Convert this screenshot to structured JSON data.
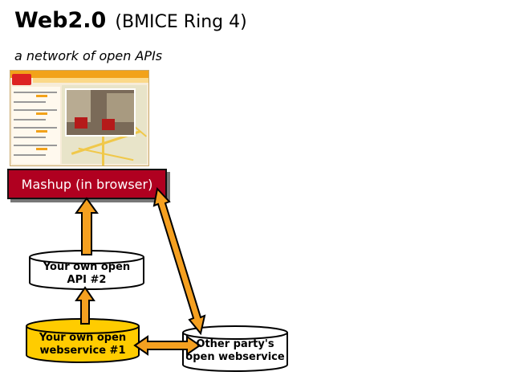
{
  "slide": {
    "title_main": "Web2.0",
    "title_sub": "(BMICE Ring 4)",
    "subtitle": "a network of open APIs"
  },
  "diagram": {
    "mashup": {
      "label": "Mashup (in browser)",
      "fill": "#b00020",
      "text_color": "#ffffff"
    },
    "api2": {
      "line1": "Your own open",
      "line2": "API #2",
      "fill": "#ffffff"
    },
    "webservice1": {
      "line1": "Your own open",
      "line2": "webservice #1",
      "fill": "#ffcc00"
    },
    "other": {
      "line1": "Other party's",
      "line2": "open webservice",
      "fill": "#ffffff"
    },
    "arrow_color": "#f5a020"
  }
}
